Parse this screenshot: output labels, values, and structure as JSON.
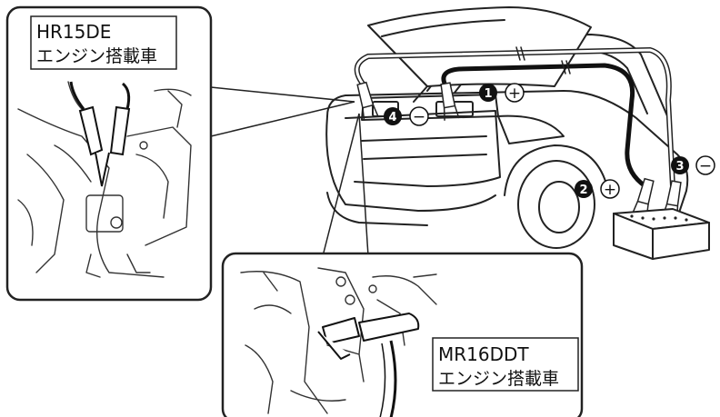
{
  "inset_left": {
    "line1": "HR15DE",
    "line2": "エンジン搭載車"
  },
  "inset_bottom": {
    "line1": "MR16DDT",
    "line2": "エンジン搭載車"
  },
  "steps": [
    {
      "num": "1",
      "sign": "+"
    },
    {
      "num": "2",
      "sign": "+"
    },
    {
      "num": "3",
      "sign": "−"
    },
    {
      "num": "4",
      "sign": "−"
    }
  ]
}
